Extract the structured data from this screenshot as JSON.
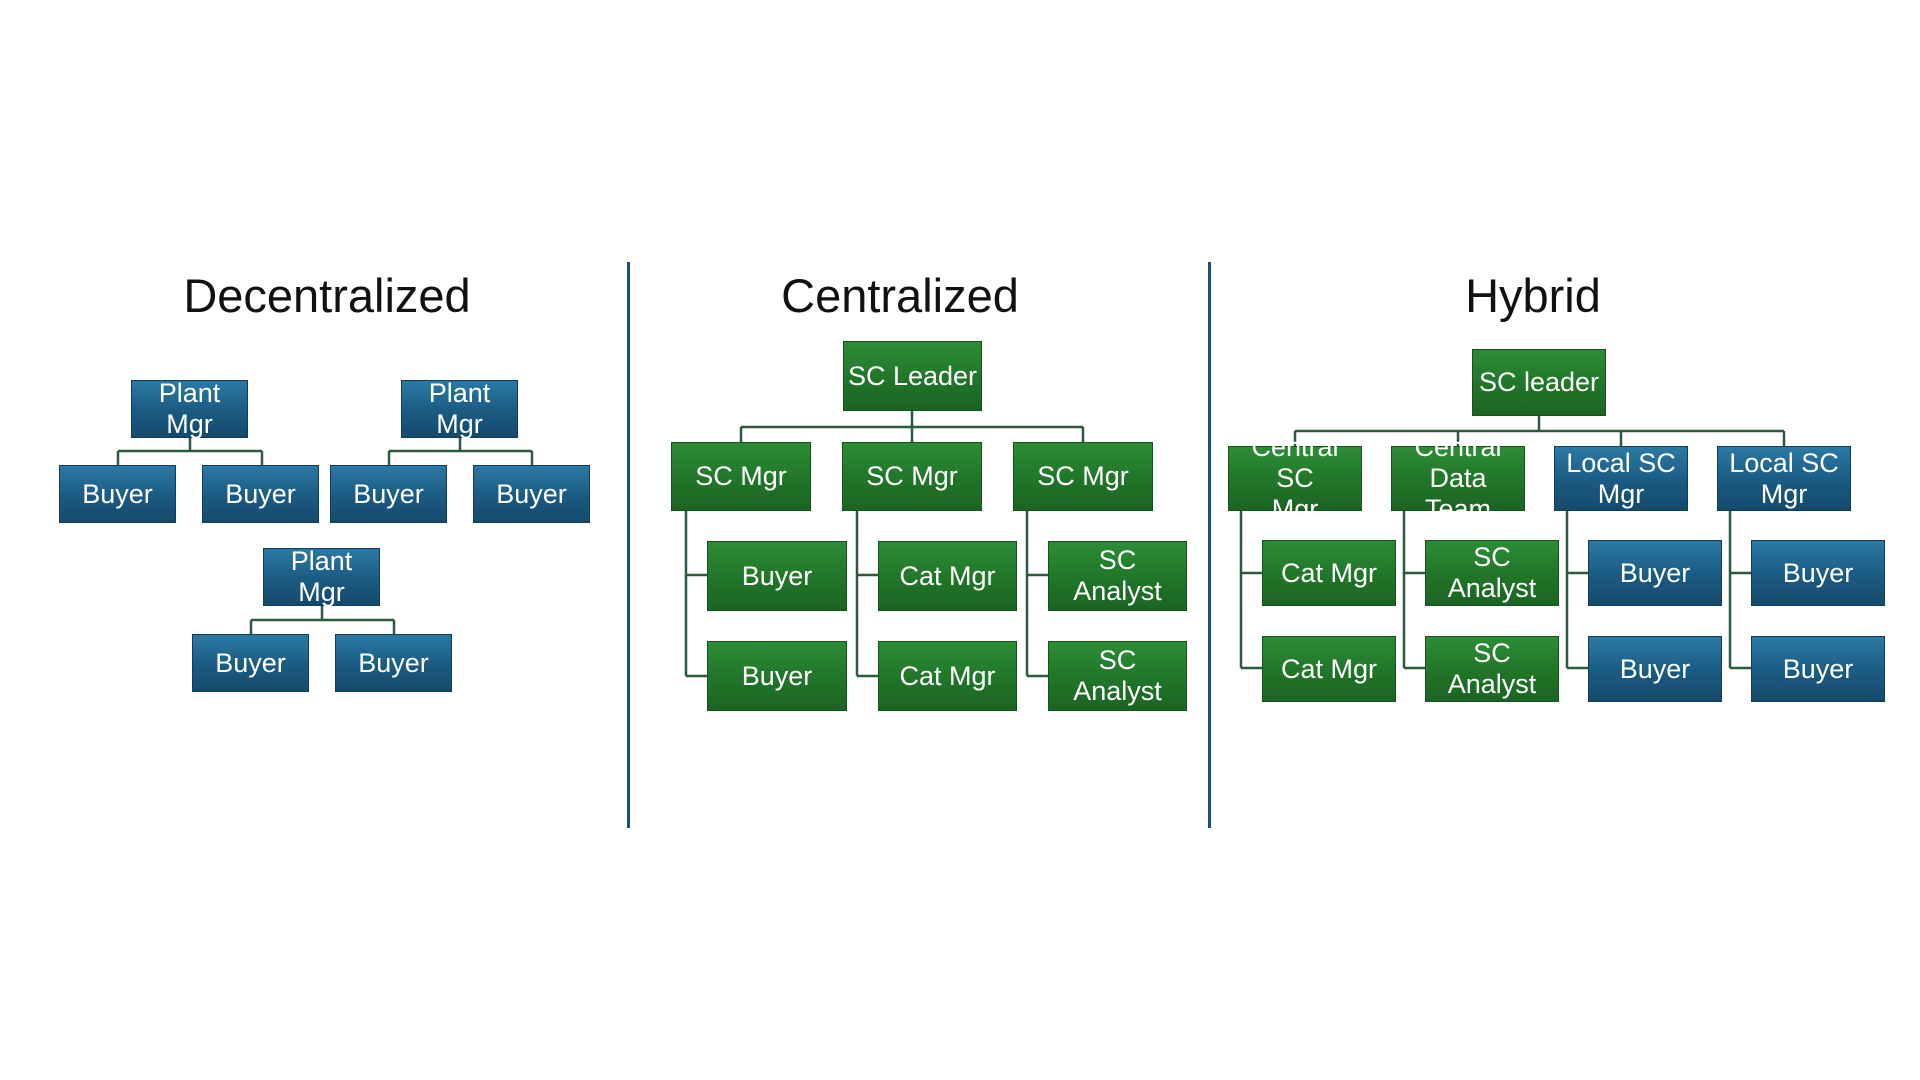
{
  "decentralized": {
    "title": "Decentralized",
    "groups": [
      {
        "manager": "Plant Mgr",
        "reports": [
          "Buyer",
          "Buyer"
        ]
      },
      {
        "manager": "Plant Mgr",
        "reports": [
          "Buyer",
          "Buyer"
        ]
      },
      {
        "manager": "Plant Mgr",
        "reports": [
          "Buyer",
          "Buyer"
        ]
      }
    ]
  },
  "centralized": {
    "title": "Centralized",
    "leader": "SC Leader",
    "managers": [
      {
        "label": "SC Mgr",
        "reports": [
          "Buyer",
          "Buyer"
        ]
      },
      {
        "label": "SC Mgr",
        "reports": [
          "Cat Mgr",
          "Cat Mgr"
        ]
      },
      {
        "label": "SC Mgr",
        "reports": [
          "SC\nAnalyst",
          "SC\nAnalyst"
        ]
      }
    ]
  },
  "hybrid": {
    "title": "Hybrid",
    "leader": "SC leader",
    "managers": [
      {
        "label": "Central SC\nMgr",
        "reports": [
          "Cat Mgr",
          "Cat Mgr"
        ]
      },
      {
        "label": "Central\nData Team",
        "reports": [
          "SC Analyst",
          "SC Analyst"
        ]
      },
      {
        "label": "Local SC\nMgr",
        "reports": [
          "Buyer",
          "Buyer"
        ]
      },
      {
        "label": "Local SC\nMgr",
        "reports": [
          "Buyer",
          "Buyer"
        ]
      }
    ]
  },
  "colors": {
    "central_role": "#217529",
    "local_role": "#1b5a81",
    "divider": "#1e4e6b",
    "connector": "#2c5a3e"
  }
}
